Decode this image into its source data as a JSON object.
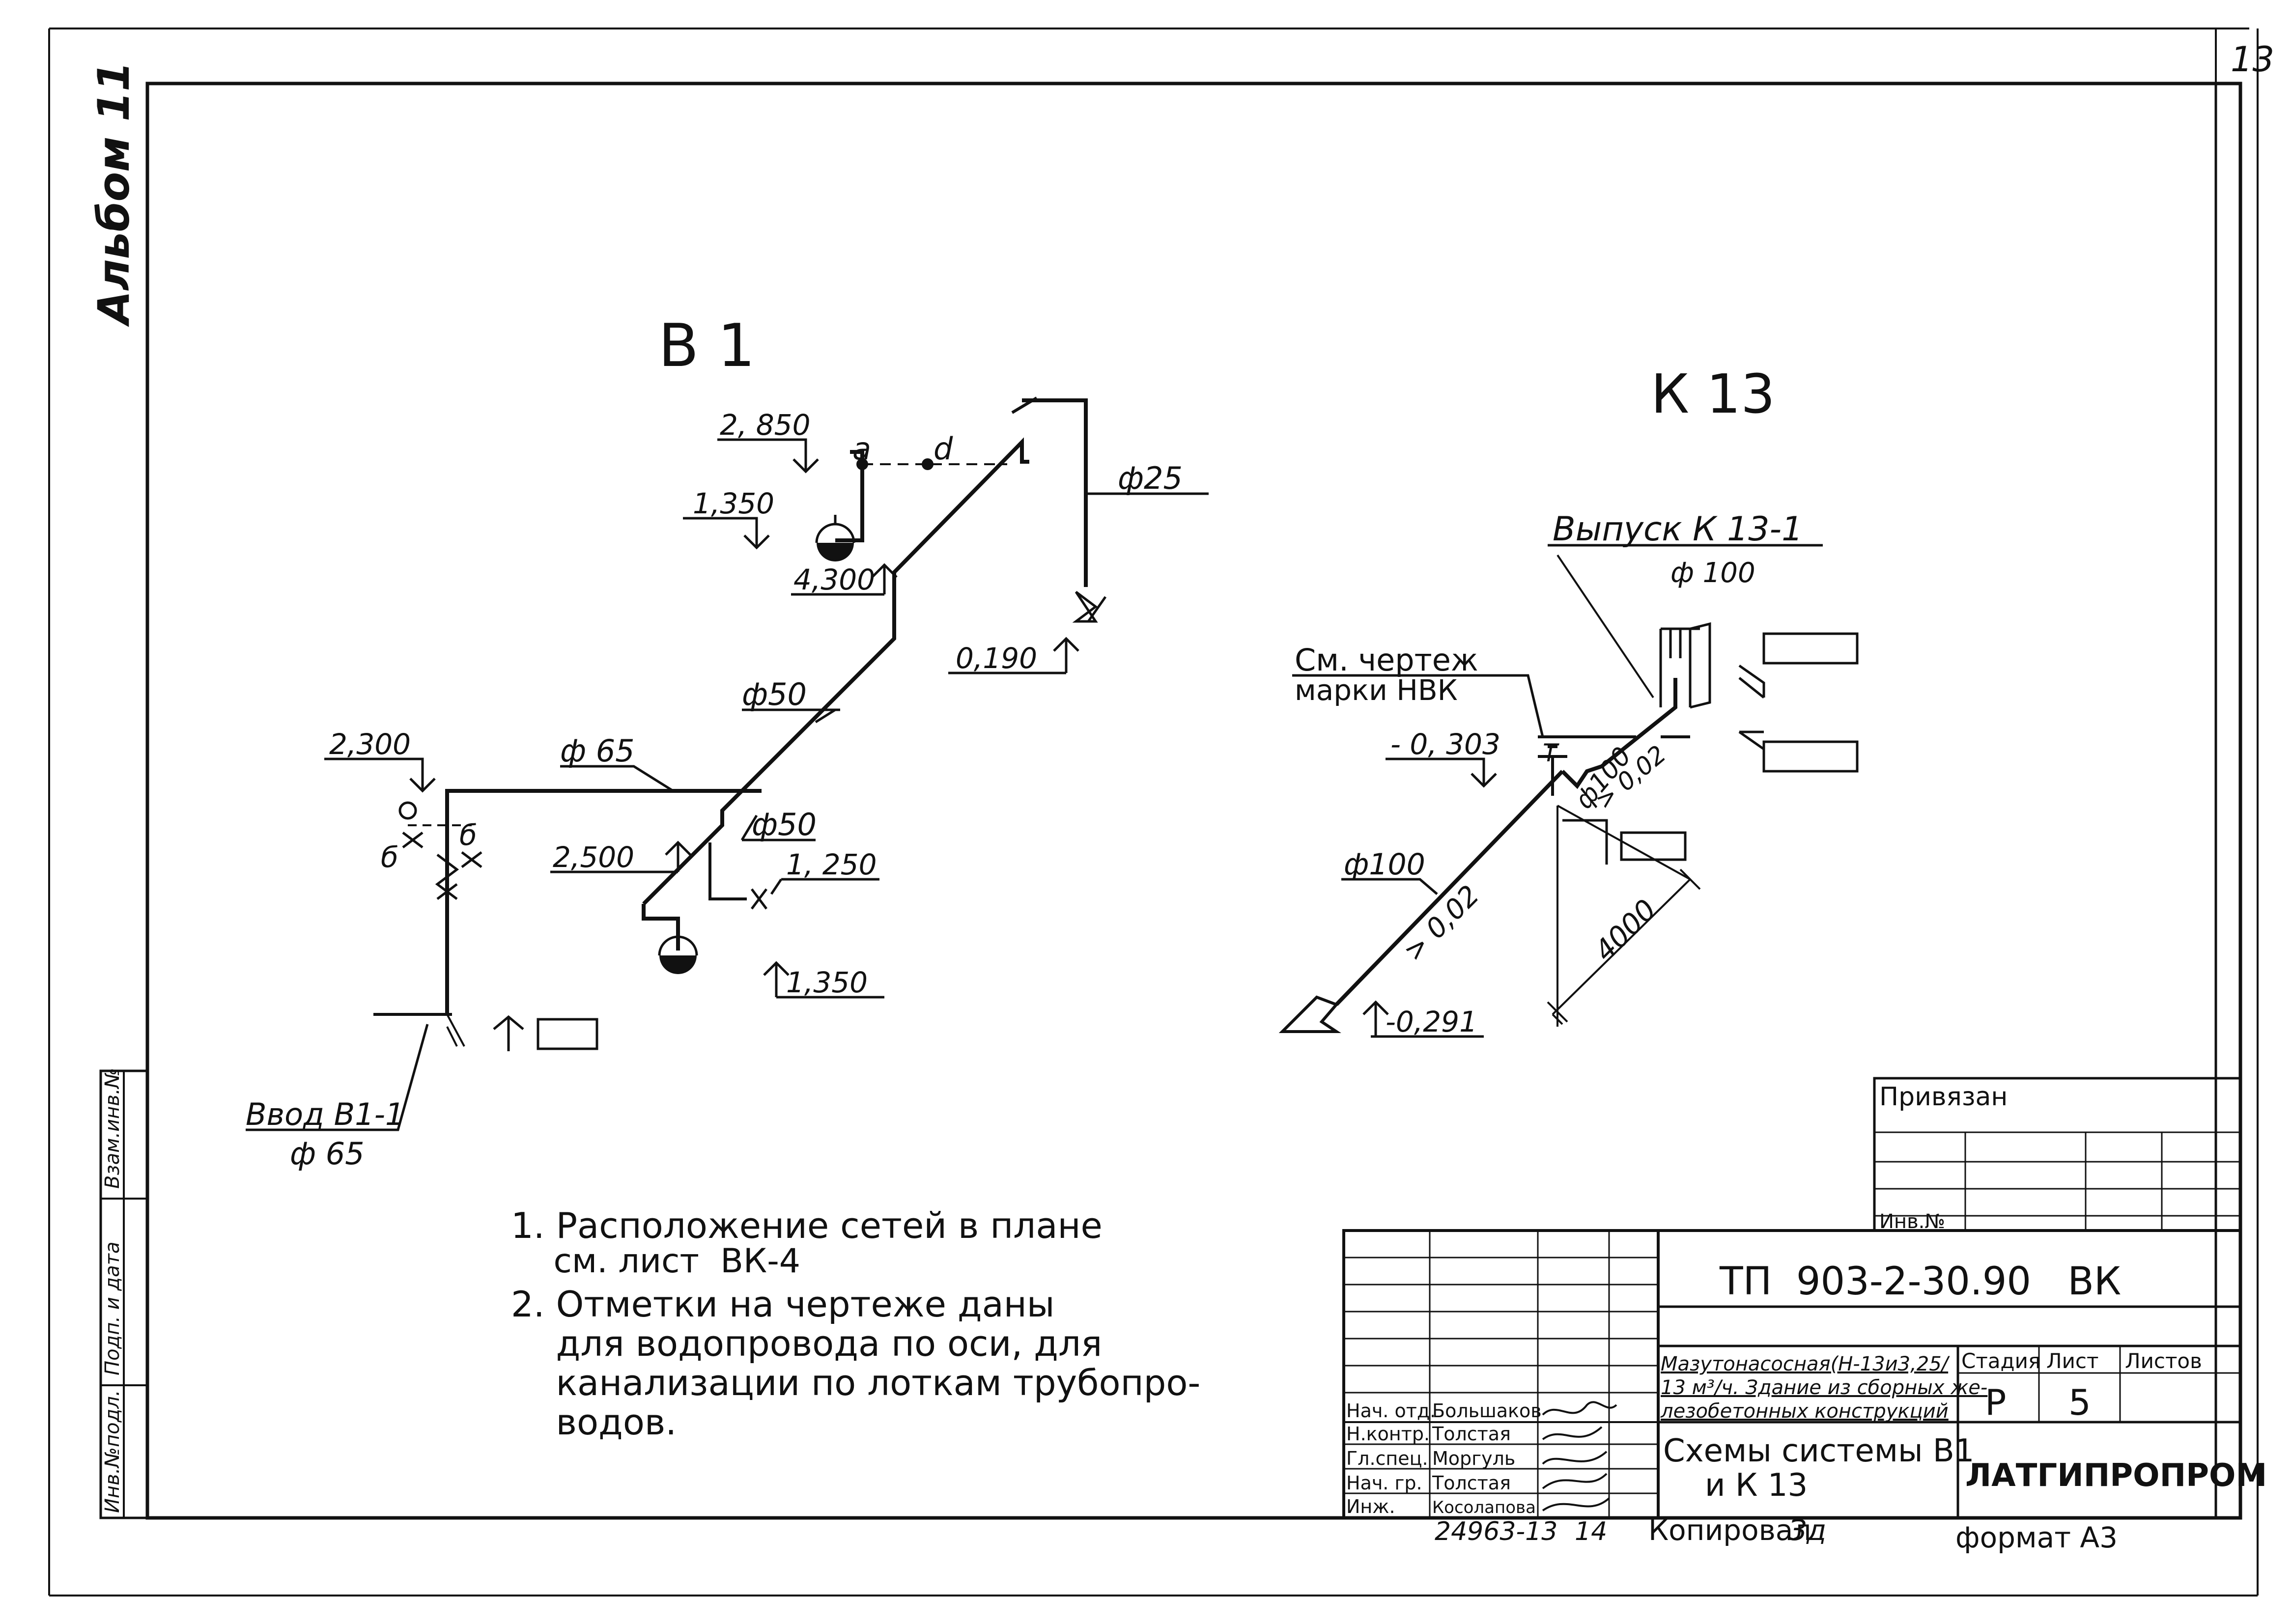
{
  "page_number": "13",
  "album_label": "Альбом 11",
  "left_stamp": {
    "inv_podl": "Инв.№подл.",
    "podp_data": "Подп. и дата",
    "vzam_inv": "Взам.инв.№"
  },
  "scheme_b1": {
    "title": "В 1",
    "elevations": {
      "e2850": "2, 850",
      "e1350_top": "1,350",
      "e4300": "4,300",
      "e0190": "0,190",
      "e2300": "2,300",
      "e2500": "2,500",
      "e1250": "1, 250",
      "e1350_bottom": "1,350"
    },
    "diameters": {
      "d25": "ф25",
      "d50_upper": "ф50",
      "d65": "ф 65",
      "d50_lower": "ф50"
    },
    "points": {
      "a": "а",
      "d": "d",
      "b": "б",
      "b2": "б"
    },
    "inlet_label": "Ввод В1-1",
    "inlet_diameter": "ф 65"
  },
  "scheme_k13": {
    "title": "К 13",
    "outlet_label": "Выпуск К 13-1",
    "outlet_diameter": "ф 100",
    "see_drawing_line1": "См. чертеж",
    "see_drawing_line2": "марки НВК",
    "elev_m0303": "- 0, 303",
    "elev_m0291": "-0,291",
    "d100_riser": "ф100",
    "d100_main": "ф100",
    "slope_upper": "> 0,02",
    "slope_lower": "> 0,02",
    "dim_4000": "4000",
    "cleanout": "Т"
  },
  "notes": [
    "1. Расположение сетей в плане",
    "    см. лист  ВК-4",
    "2. Отметки на чертеже даны",
    "    для водопровода по оси, для",
    "    канализации по лоткам трубопро-",
    "    водов."
  ],
  "title_block": {
    "privyazan": "Привязан",
    "inv_no": "Инв.№",
    "document_code": "ТП  903-2-30.90   ВК",
    "object_line1": "Мазутонасосная(Н-13и3,25/",
    "object_line2": "13 м³/ч. Здание из сборных же-",
    "object_line3": "лезобетонных конструкций",
    "stage_label": "Стадия",
    "sheet_label": "Лист",
    "sheets_label": "Листов",
    "stage_value": "Р",
    "sheet_value": "5",
    "sheet_title_line1": "Схемы системы В1",
    "sheet_title_line2": "и К 13",
    "organization": "ЛАТГИПРОПРОМ",
    "roles": [
      {
        "role": "Нач. отд.",
        "name": "Большаков"
      },
      {
        "role": "Н.контр.",
        "name": "Толстая"
      },
      {
        "role": "Гл.спец.",
        "name": "Моргуль"
      },
      {
        "role": "Нач. гр.",
        "name": "Толстая"
      },
      {
        "role": "Инж.",
        "name": "Косолапова"
      }
    ]
  },
  "footer": {
    "archive_number": "24963-13",
    "archive_sheet": "14",
    "copied": "Копировал",
    "copied_initials": "Зд",
    "format": "формат А3"
  }
}
